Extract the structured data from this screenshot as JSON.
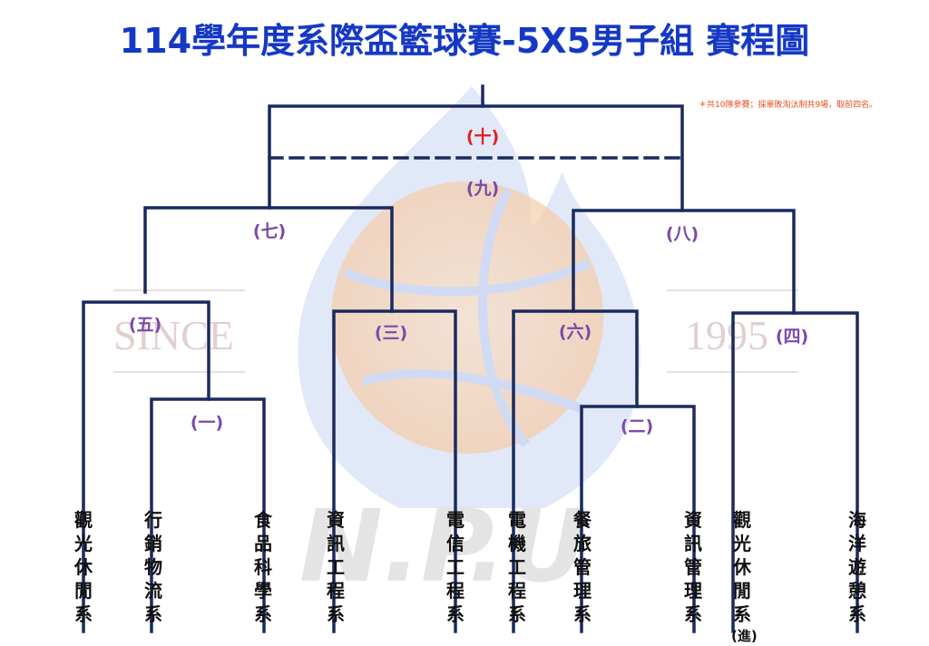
{
  "title": "114學年度系際盃籃球賽-5X5男子組 賽程圖",
  "note": "＊共10隊參賽；採單敗淘汰制共9場，取前四名。",
  "watermark": {
    "since_left": "SINCE",
    "since_right": "1995",
    "logo_text": "N.P.U"
  },
  "colors": {
    "title": "#1538c4",
    "lines": "#1a2a5e",
    "match_label": "#7a4aa8",
    "final_label": "#e02020",
    "note": "#e74c1c"
  },
  "matches": {
    "m1": "(一)",
    "m2": "(二)",
    "m3": "(三)",
    "m4": "(四)",
    "m5": "(五)",
    "m6": "(六)",
    "m7": "(七)",
    "m8": "(八)",
    "m9": "(九)",
    "m10": "(十)"
  },
  "teams": [
    {
      "id": "t1",
      "name": "觀光休閒系"
    },
    {
      "id": "t2",
      "name": "行銷物流系"
    },
    {
      "id": "t3",
      "name": "食品科學系"
    },
    {
      "id": "t4",
      "name": "資訊工程系"
    },
    {
      "id": "t5",
      "name": "電信工程系"
    },
    {
      "id": "t6",
      "name": "電機工程系"
    },
    {
      "id": "t7",
      "name": "餐旅管理系"
    },
    {
      "id": "t8",
      "name": "資訊管理系"
    },
    {
      "id": "t9",
      "name": "觀光休閒系(進)"
    },
    {
      "id": "t10",
      "name": "海洋遊憩系"
    }
  ]
}
